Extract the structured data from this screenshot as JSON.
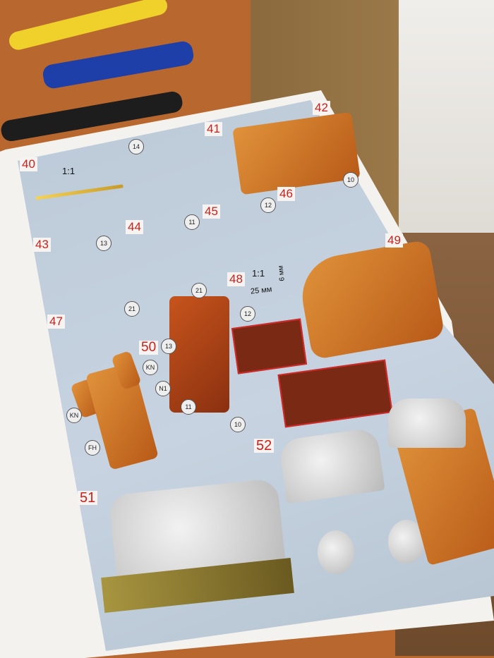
{
  "manual": {
    "steps": [
      "40",
      "41",
      "42",
      "43",
      "44",
      "45",
      "46",
      "47",
      "48",
      "49",
      "50",
      "51",
      "52"
    ],
    "scale_label": "1:1",
    "dimension_length": "25 мм",
    "dimension_height": "6 мм",
    "part_labels": [
      "14",
      "13",
      "11",
      "12",
      "10",
      "21",
      "21",
      "12",
      "13",
      "11",
      "10",
      "KN",
      "KN",
      "N1",
      "FH"
    ]
  }
}
